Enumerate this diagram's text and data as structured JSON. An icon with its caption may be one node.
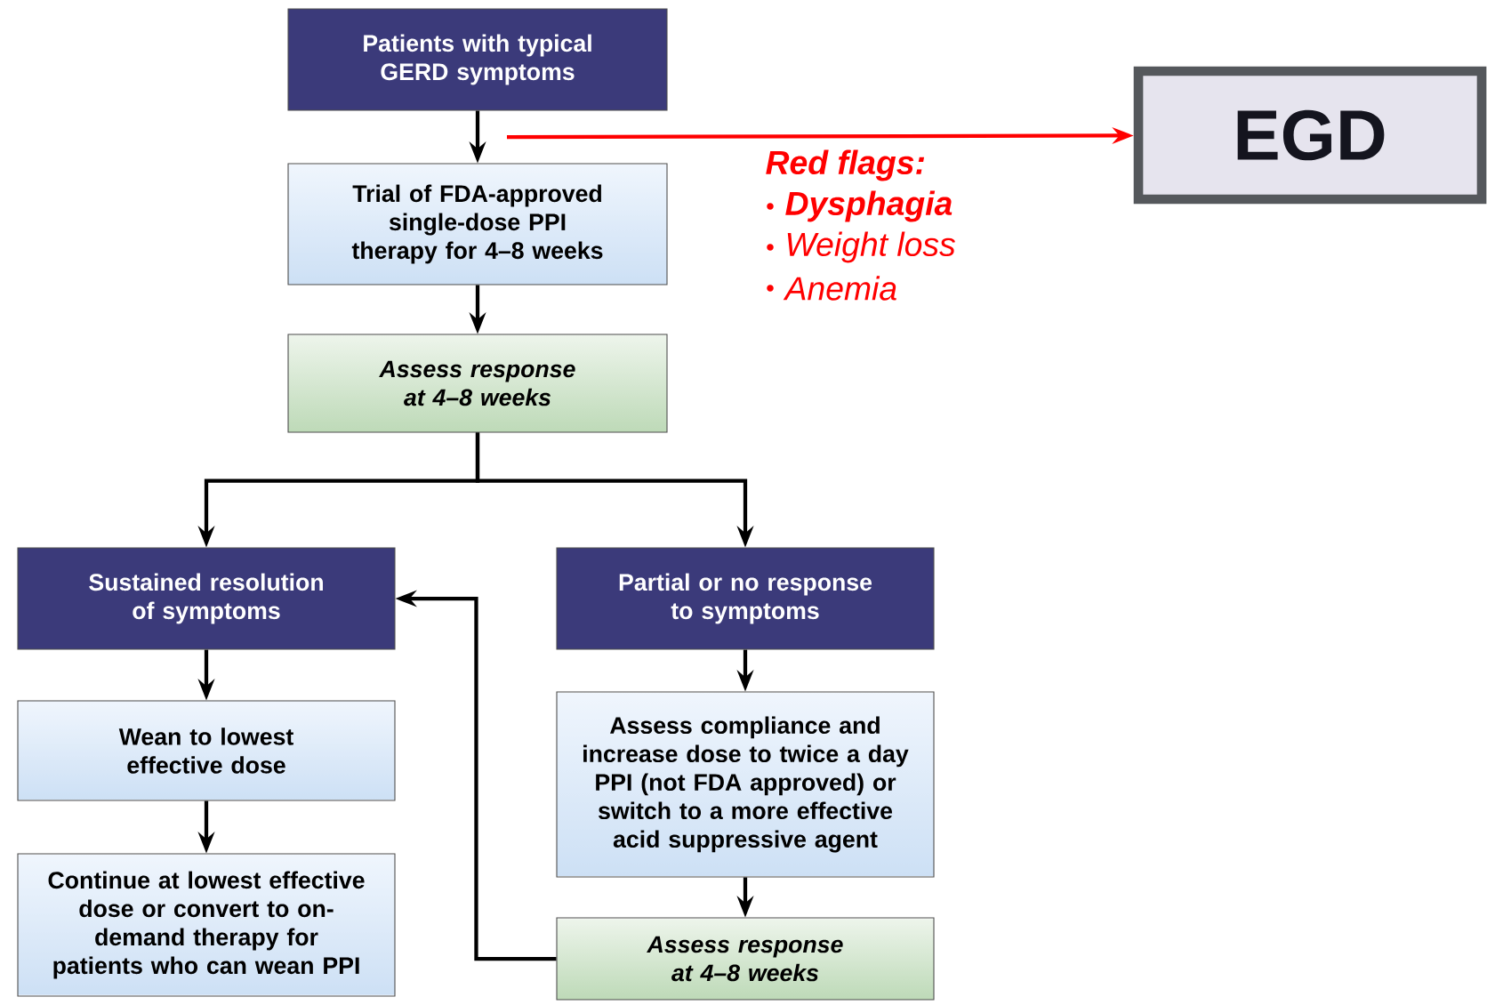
{
  "diagram": {
    "nodes": [
      {
        "text": [
          "Patients with typical GERD symptoms"
        ]
      },
      {
        "text": [
          "EGD"
        ]
      },
      {
        "text": [
          "Trial of FDA-approved single-dose PPI therapy for 4–8 weeks"
        ]
      },
      {
        "text": [
          "Assess response at 4–8 weeks"
        ]
      },
      {
        "text": [
          "Sustained resolution of symptoms"
        ]
      },
      {
        "text": [
          "Partial or no response to symptoms"
        ]
      },
      {
        "text": [
          "Wean to lowest effective dose"
        ]
      },
      {
        "text": [
          "Continue at lowest effective dose or convert to on-demand therapy for patients who can wean PPI"
        ]
      },
      {
        "text": [
          "Assess compliance and increase dose to twice a day PPI (not FDA approved) or switch to a more effective acid suppressive agent"
        ]
      },
      {
        "text": [
          "Assess response at 4–8 weeks"
        ]
      }
    ],
    "edges": [
      {
        "from": 0,
        "to": 2,
        "arrow": "to"
      },
      {
        "from": null,
        "to": 1,
        "arrow": "to",
        "color": "#ff0000"
      },
      {
        "from": 2,
        "to": 3,
        "arrow": "to"
      },
      {
        "from": 3,
        "to": 4,
        "arrow": "to"
      },
      {
        "from": 3,
        "to": 5,
        "arrow": "to"
      },
      {
        "from": 4,
        "to": 6,
        "arrow": "to"
      },
      {
        "from": 6,
        "to": 7,
        "arrow": "to"
      },
      {
        "from": 5,
        "to": 8,
        "arrow": "to"
      },
      {
        "from": 8,
        "to": 9,
        "arrow": "to"
      },
      {
        "from": 9,
        "to": 4,
        "arrow": "to"
      }
    ],
    "labels": [
      "Red flags:",
      "Dysphagia",
      "Weight loss",
      "Anemia"
    ]
  }
}
